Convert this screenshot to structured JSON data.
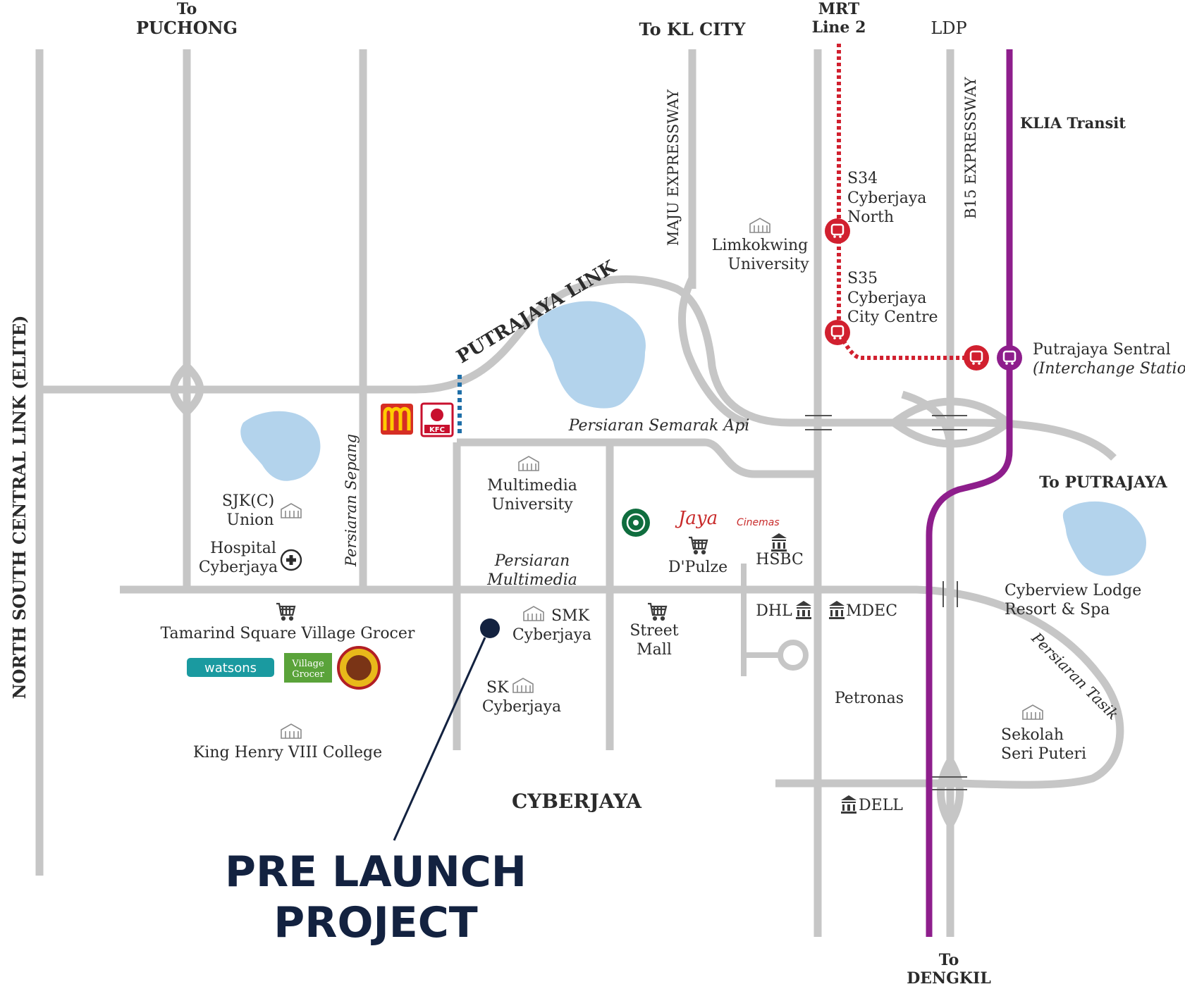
{
  "edge_labels": {
    "puchong": [
      "To",
      "PUCHONG"
    ],
    "kl_city": "To KL CITY",
    "mrt": [
      "MRT",
      "Line 2"
    ],
    "ldp": "LDP",
    "putrajaya": "To PUTRAJAYA",
    "dengkil": [
      "To",
      "DENGKIL"
    ]
  },
  "roads": {
    "elite": "NORTH SOUTH CENTRAL LINK (ELITE)",
    "maju": "MAJU EXPRESSWAY",
    "b15": "B15 EXPRESSWAY",
    "putrajaya_link": "PUTRAJAYA LINK",
    "semarak_api": "Persiaran Semarak Api",
    "sepang": "Persiaran Sepang",
    "multimedia": [
      "Persiaran",
      "Multimedia"
    ],
    "tasik": "Persiaran Tasik"
  },
  "rail": {
    "klia_transit": "KLIA Transit",
    "s34": [
      "S34",
      "Cyberjaya",
      "North"
    ],
    "s35": [
      "S35",
      "Cyberjaya",
      "City Centre"
    ],
    "putrajaya_sentral": "Putrajaya Sentral",
    "interchange": "(Interchange Station)"
  },
  "places": {
    "limkokwing": [
      "Limkokwing",
      "University"
    ],
    "mmu": [
      "Multimedia",
      "University"
    ],
    "sjkc": [
      "SJK(C)",
      "Union"
    ],
    "hospital": [
      "Hospital",
      "Cyberjaya"
    ],
    "tamarind": "Tamarind Square Village Grocer",
    "smk": [
      "SMK",
      "Cyberjaya"
    ],
    "sk": [
      "SK",
      "Cyberjaya"
    ],
    "street_mall": [
      "Street",
      "Mall"
    ],
    "dpulze": "D'Pulze",
    "hsbc": "HSBC",
    "dhl": "DHL",
    "mdec": "MDEC",
    "petronas": "Petronas",
    "dell": "DELL",
    "king_henry": "King Henry VIII College",
    "cyberview": [
      "Cyberview Lodge",
      "Resort & Spa"
    ],
    "sekolah": [
      "Sekolah",
      "Seri Puteri"
    ],
    "cyberjaya": "CYBERJAYA"
  },
  "logos": {
    "watsons": "watsons",
    "village_grocer": [
      "Village",
      "Grocer"
    ],
    "kfc": "KFC",
    "jaya": "Jaya",
    "tgv": "Cinemas"
  },
  "project": [
    "PRE LAUNCH",
    "PROJECT"
  ],
  "colors": {
    "road": "#c6c6c6",
    "lake": "#b3d3ec",
    "mrt_line": "#d1202f",
    "klia_transit": "#8e1e8c",
    "project_text": "#132240",
    "connector": "#1f6fa8"
  }
}
